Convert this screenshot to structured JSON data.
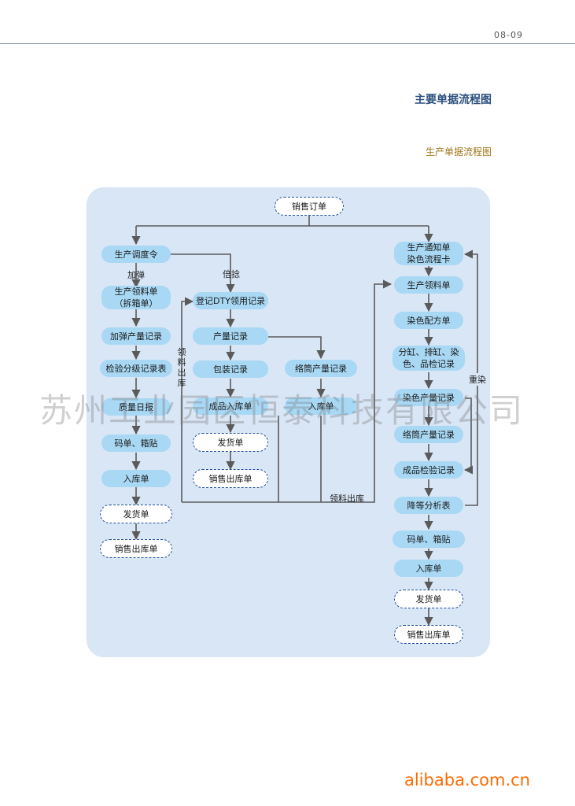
{
  "header": {
    "page_number": "08-09",
    "title": "主要单据流程图",
    "subtitle": "生产单据流程图"
  },
  "nodes": {
    "sales_order": "销售订单",
    "prod_dispatch": "生产调度令",
    "prod_pick_left": "生产领料单\n（拆箱单）",
    "texture_output": "加弹产量记录",
    "inspect_grade": "检验分级记录表",
    "quality_daily": "质量日报",
    "code_box_left": "码单、箱贴",
    "stockin_left": "入库单",
    "ship_left": "发货单",
    "sales_out_left": "销售出库单",
    "dty_register": "登记DTY领用记录",
    "output_record": "产量记录",
    "pack_record": "包装记录",
    "finished_stockin": "成品入库单",
    "ship_mid": "发货单",
    "sales_out_mid": "销售出库单",
    "winding_mid": "络筒产量记录",
    "stockin_mid": "入库单",
    "prod_notice": "生产通知单\n染色流程卡",
    "prod_pick_right": "生产领料单",
    "dye_recipe": "染色配方单",
    "dye_steps": "分缸、排缸、染\n色、品检记录",
    "dye_output": "染色产量记录",
    "winding_right": "络筒产量记录",
    "final_inspect": "成品检验记录",
    "downgrade": "降等分析表",
    "code_box_right": "码单、箱贴",
    "stockin_right": "入库单",
    "ship_right": "发货单",
    "sales_out_right": "销售出库单"
  },
  "labels": {
    "texturing": "加弹",
    "doubling": "倍捻",
    "material_out_vertical": "领料出库",
    "material_out": "领料出库",
    "redye": "重染"
  },
  "watermark": "苏州工业园区恒泰科技有限公司",
  "brand": "alibaba.com.cn",
  "colors": {
    "process_fill": "#a8d8f4",
    "panel": "#d9e6f6",
    "dashed_border": "#1f4f9c",
    "arrow": "#555555",
    "title": "#2a4f7e",
    "subtitle": "#a0771c",
    "brand": "#ff6a00"
  }
}
